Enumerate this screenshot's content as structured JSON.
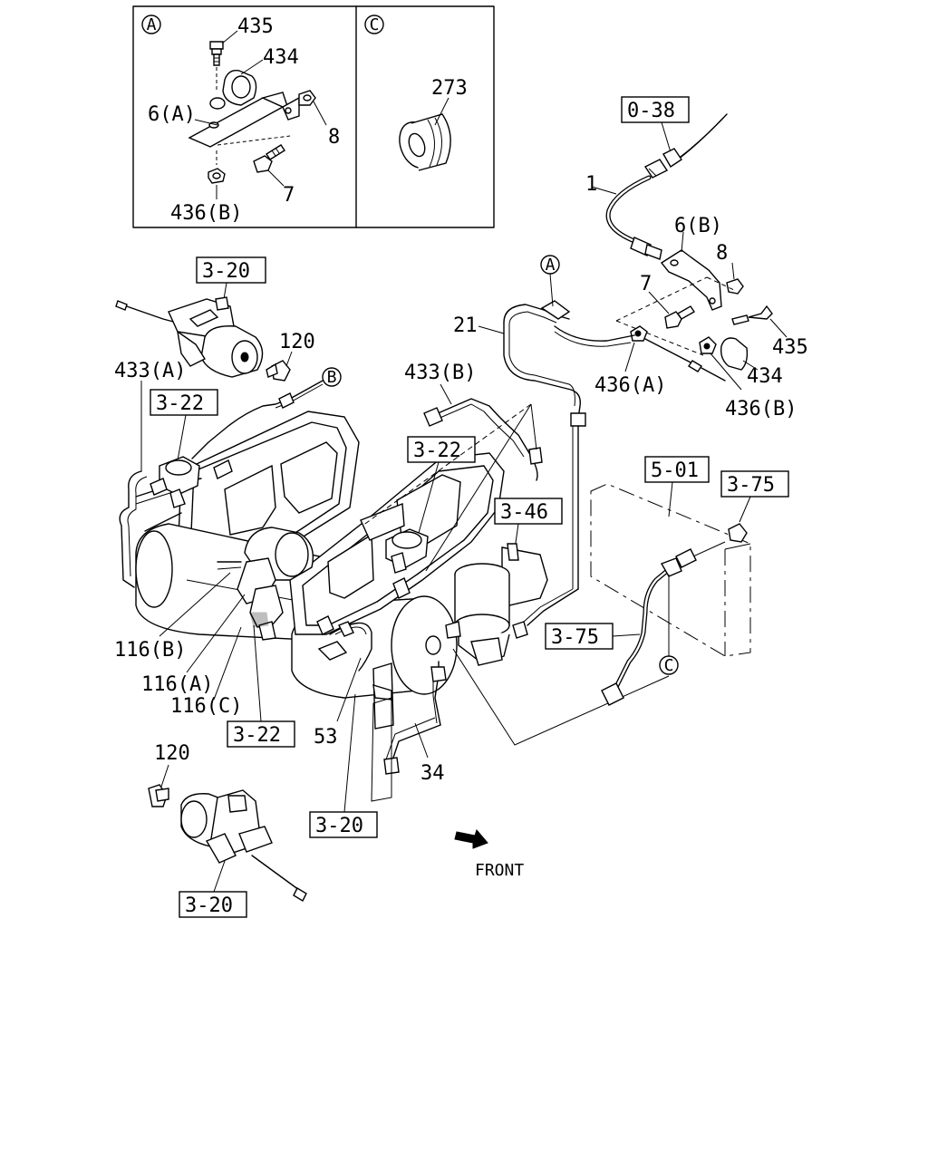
{
  "detail_views": {
    "a_marker": "A",
    "c_marker": "C",
    "a_parts": [
      "435",
      "434",
      "6(A)",
      "8",
      "7",
      "436(B)"
    ],
    "c_parts": [
      "273"
    ]
  },
  "refs": {
    "r038": "0-38",
    "r320a": "3-20",
    "r322a": "3-22",
    "r322b": "3-22",
    "r346": "3-46",
    "r501": "5-01",
    "r375a": "3-75",
    "r375b": "3-75",
    "r322c": "3-22",
    "r320b": "3-20",
    "r320c": "3-20"
  },
  "parts": {
    "p1": "1",
    "p6b": "6(B)",
    "p8": "8",
    "p7": "7",
    "p435": "435",
    "p434": "434",
    "p436a": "436(A)",
    "p436b": "436(B)",
    "p21": "21",
    "p433b": "433(B)",
    "p433a": "433(A)",
    "p120a": "120",
    "p116b": "116(B)",
    "p116a": "116(A)",
    "p116c": "116(C)",
    "p53": "53",
    "p34": "34",
    "p120b": "120"
  },
  "markers": {
    "a": "A",
    "b": "B",
    "c": "C"
  },
  "direction": {
    "front": "FRONT"
  }
}
